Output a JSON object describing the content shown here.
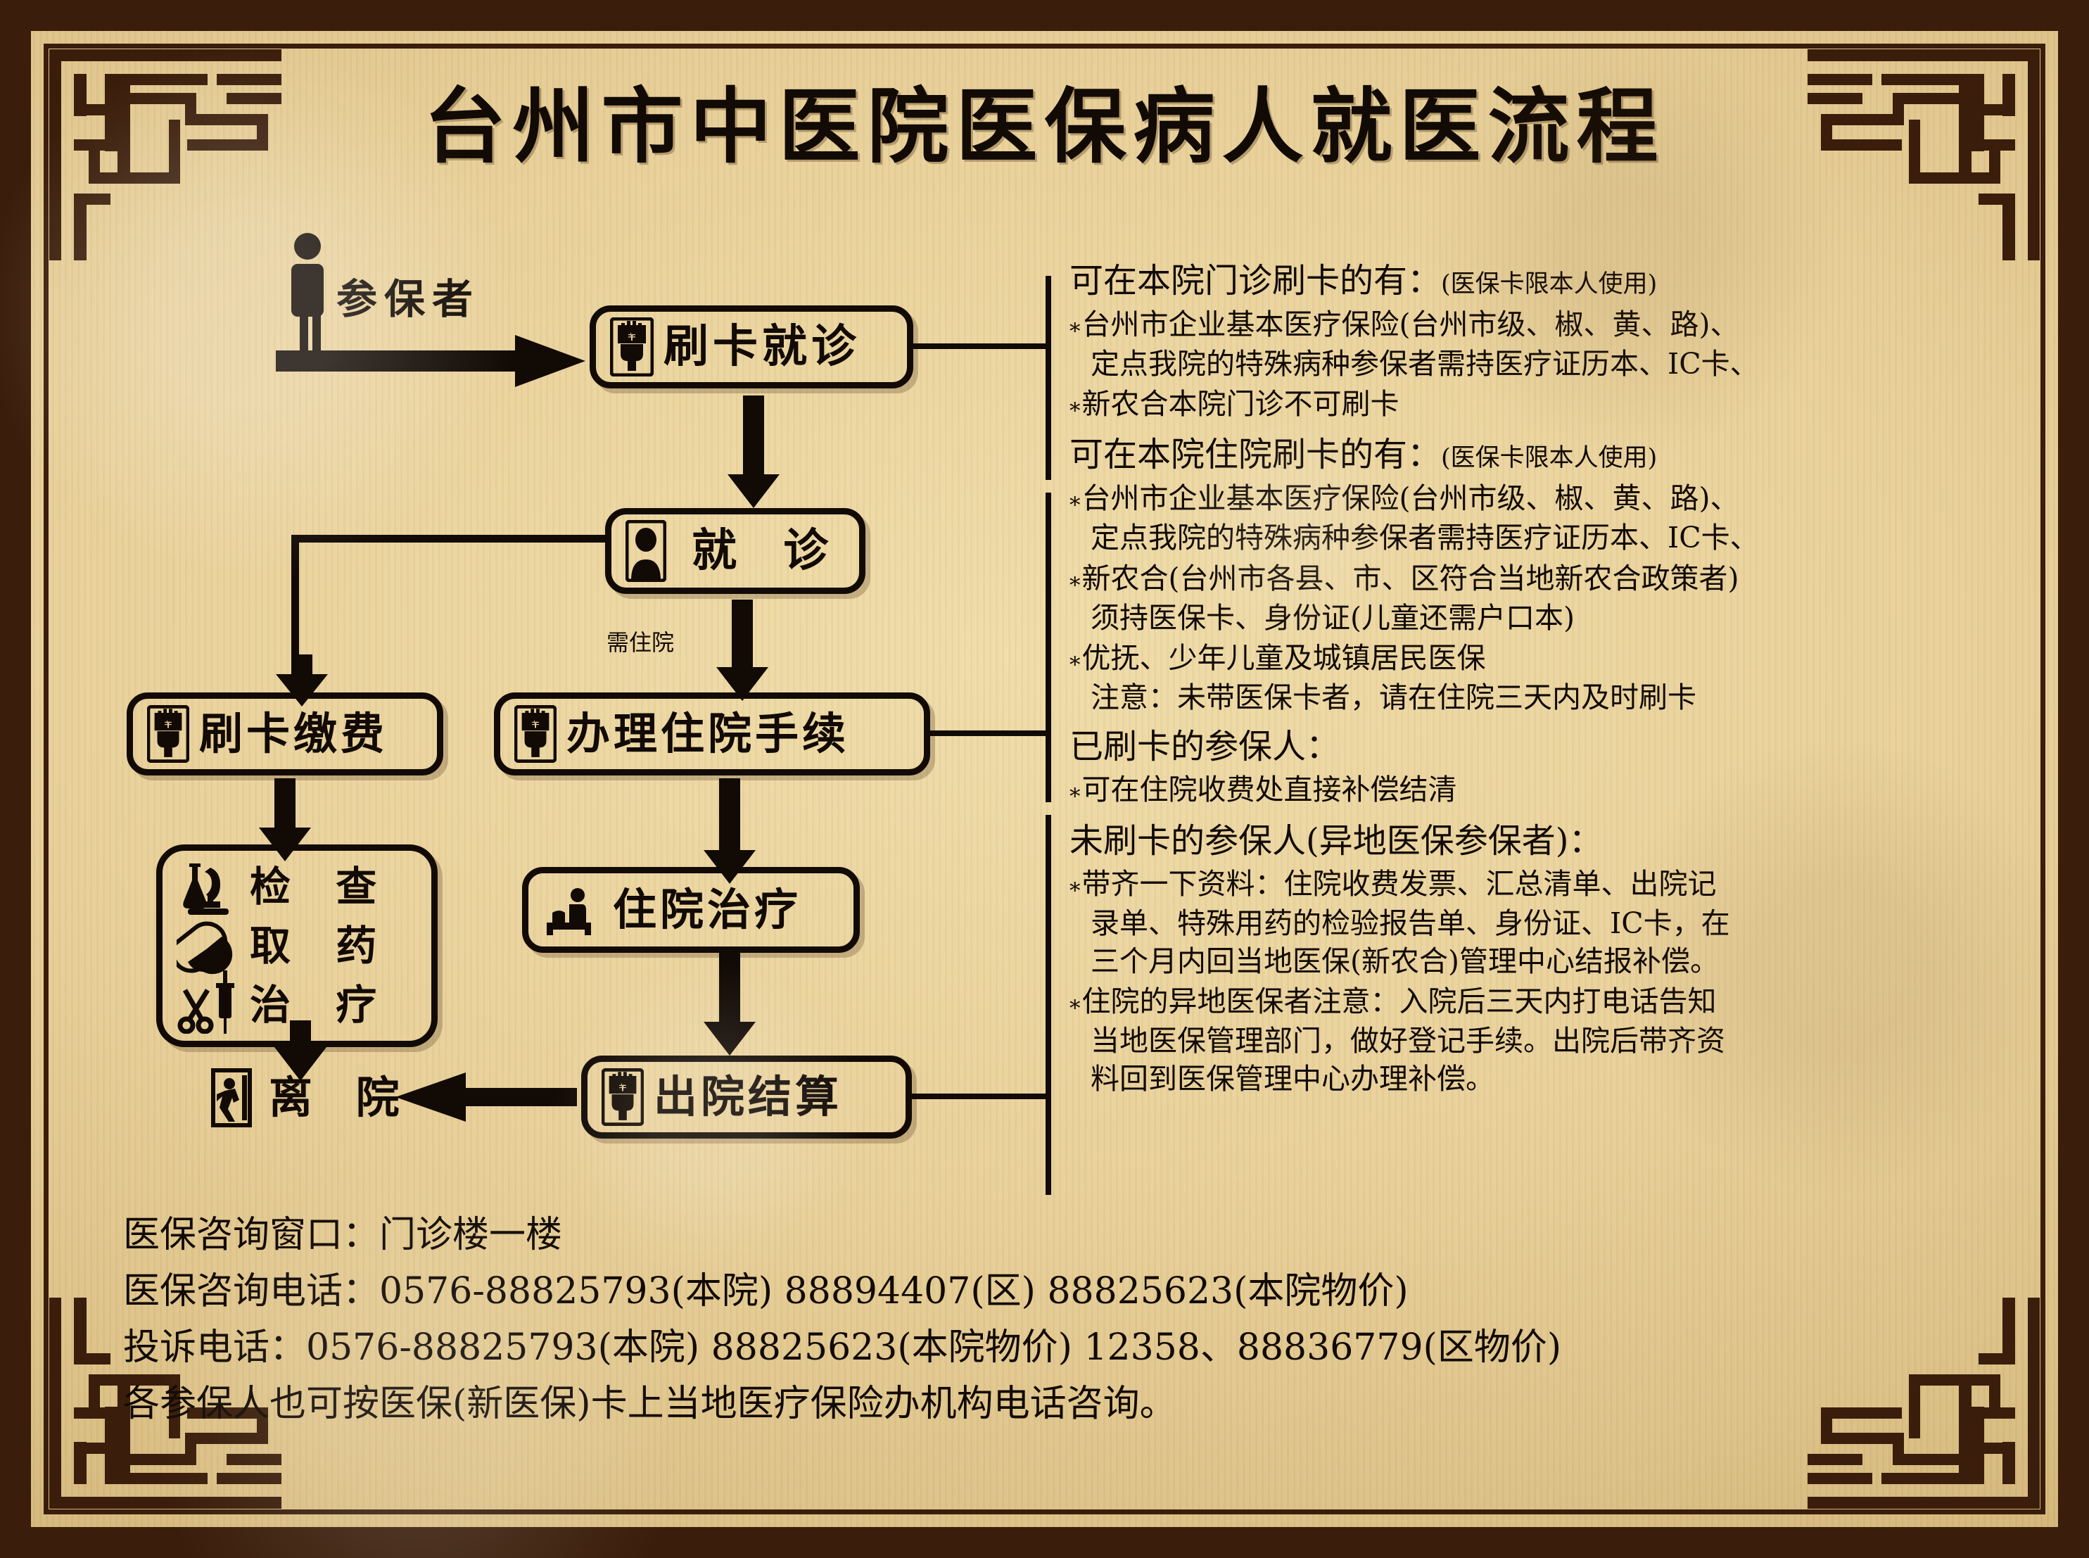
{
  "title": "台州市中医院医保病人就医流程",
  "flow": {
    "person_label": "参保者",
    "branch_label": "需住院",
    "nodes": {
      "swipe_visit": "刷卡就诊",
      "consult": "就  诊",
      "swipe_pay": "刷卡缴费",
      "admission": "办理住院手续",
      "exam_line1": "检  查",
      "exam_line2": "取  药",
      "exam_line3": "治  疗",
      "inpatient": "住院治疗",
      "discharge_settle": "出院结算",
      "leave": "离  院"
    },
    "icons": {
      "person": "standing-person-icon",
      "card_reader": "hand-card-reader-icon",
      "doctor": "doctor-portrait-icon",
      "lab": "microscope-pill-syringe-icon",
      "bed": "hospital-bed-icon",
      "exit": "exit-running-person-icon"
    }
  },
  "right_panel": {
    "section1": {
      "heading": "可在本院门诊刷卡的有：",
      "heading_note": "(医保卡限本人使用)",
      "items": [
        {
          "star": "*",
          "line1": "台州市企业基本医疗保险(台州市级、椒、黄、路)、",
          "line2": "定点我院的特殊病种参保者需持医疗证历本、IC卡、"
        },
        {
          "star": "*",
          "line1": "新农合本院门诊不可刷卡",
          "line2": ""
        }
      ]
    },
    "section2": {
      "heading": "可在本院住院刷卡的有：",
      "heading_note": "(医保卡限本人使用)",
      "items": [
        {
          "star": "*",
          "line1": "台州市企业基本医疗保险(台州市级、椒、黄、路)、",
          "line2": "定点我院的特殊病种参保者需持医疗证历本、IC卡、"
        },
        {
          "star": "*",
          "line1": "新农合(台州市各县、市、区符合当地新农合政策者)",
          "line2": "须持医保卡、身份证(儿童还需户口本)"
        },
        {
          "star": "*",
          "line1": "优抚、少年儿童及城镇居民医保",
          "line2": "注意：未带医保卡者，请在住院三天内及时刷卡"
        }
      ]
    },
    "section3": {
      "heading": "已刷卡的参保人：",
      "heading_note": "",
      "items": [
        {
          "star": "*",
          "line1": "可在住院收费处直接补偿结清",
          "line2": ""
        }
      ]
    },
    "section4": {
      "heading": "未刷卡的参保人(异地医保参保者)：",
      "heading_note": "",
      "items": [
        {
          "star": "*",
          "line1": "带齐一下资料：住院收费发票、汇总清单、出院记",
          "line2": "录单、特殊用药的检验报告单、身份证、IC卡，在",
          "line3": "三个月内回当地医保(新农合)管理中心结报补偿。"
        },
        {
          "star": "*",
          "line1": "住院的异地医保者注意：入院后三天内打电话告知",
          "line2": "当地医保管理部门，做好登记手续。出院后带齐资",
          "line3": "料回到医保管理中心办理补偿。"
        }
      ]
    }
  },
  "footer": {
    "line1": "医保咨询窗口：门诊楼一楼",
    "line2": "医保咨询电话：0576-88825793(本院) 88894407(区) 88825623(本院物价)",
    "line3": "投诉电话：0576-88825793(本院) 88825623(本院物价) 12358、88836779(区物价)",
    "line4": "各参保人也可按医保(新医保)卡上当地医疗保险办机构电话咨询。"
  },
  "colors": {
    "frame": "#3a1d0a",
    "ink": "#120a04",
    "paper": "#e8d099"
  }
}
